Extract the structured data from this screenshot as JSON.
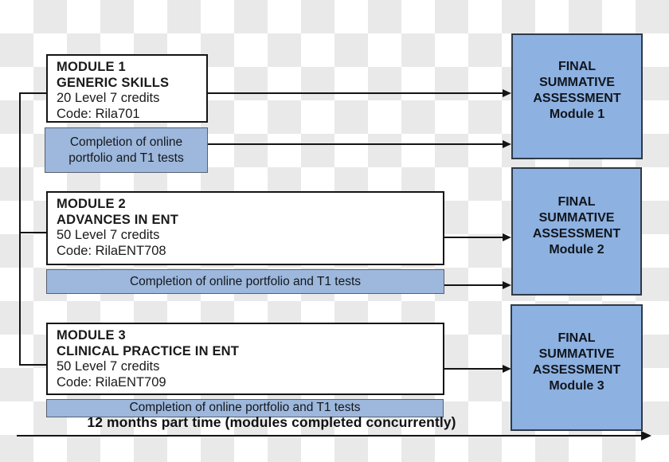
{
  "colors": {
    "assessment_fill": "#8db1e0",
    "assessment_border": "#2f3a46",
    "bar_fill": "#9db8dc",
    "bar_border": "#56606e",
    "box_border": "#141414",
    "line": "#141414"
  },
  "modules": [
    {
      "name": "MODULE 1",
      "subtitle": "GENERIC SKILLS",
      "credits": "20 Level 7 credits",
      "code": "Code: Rila701",
      "completion": "Completion of online portfolio and T1 tests"
    },
    {
      "name": "MODULE 2",
      "subtitle": "ADVANCES IN ENT",
      "credits": "50 Level 7 credits",
      "code": "Code: RilaENT708",
      "completion": "Completion of online portfolio and T1 tests"
    },
    {
      "name": "MODULE 3",
      "subtitle": "CLINICAL PRACTICE IN ENT",
      "credits": "50 Level 7 credits",
      "code": "Code: RilaENT709",
      "completion": "Completion of online portfolio and T1 tests"
    }
  ],
  "assessments": [
    {
      "line1": "FINAL",
      "line2": "SUMMATIVE",
      "line3": "ASSESSMENT",
      "line4": "Module 1"
    },
    {
      "line1": "FINAL",
      "line2": "SUMMATIVE",
      "line3": "ASSESSMENT",
      "line4": "Module 2"
    },
    {
      "line1": "FINAL",
      "line2": "SUMMATIVE",
      "line3": "ASSESSMENT",
      "line4": "Module 3"
    }
  ],
  "timeline": {
    "label": "12 months part time (modules completed concurrently)"
  }
}
